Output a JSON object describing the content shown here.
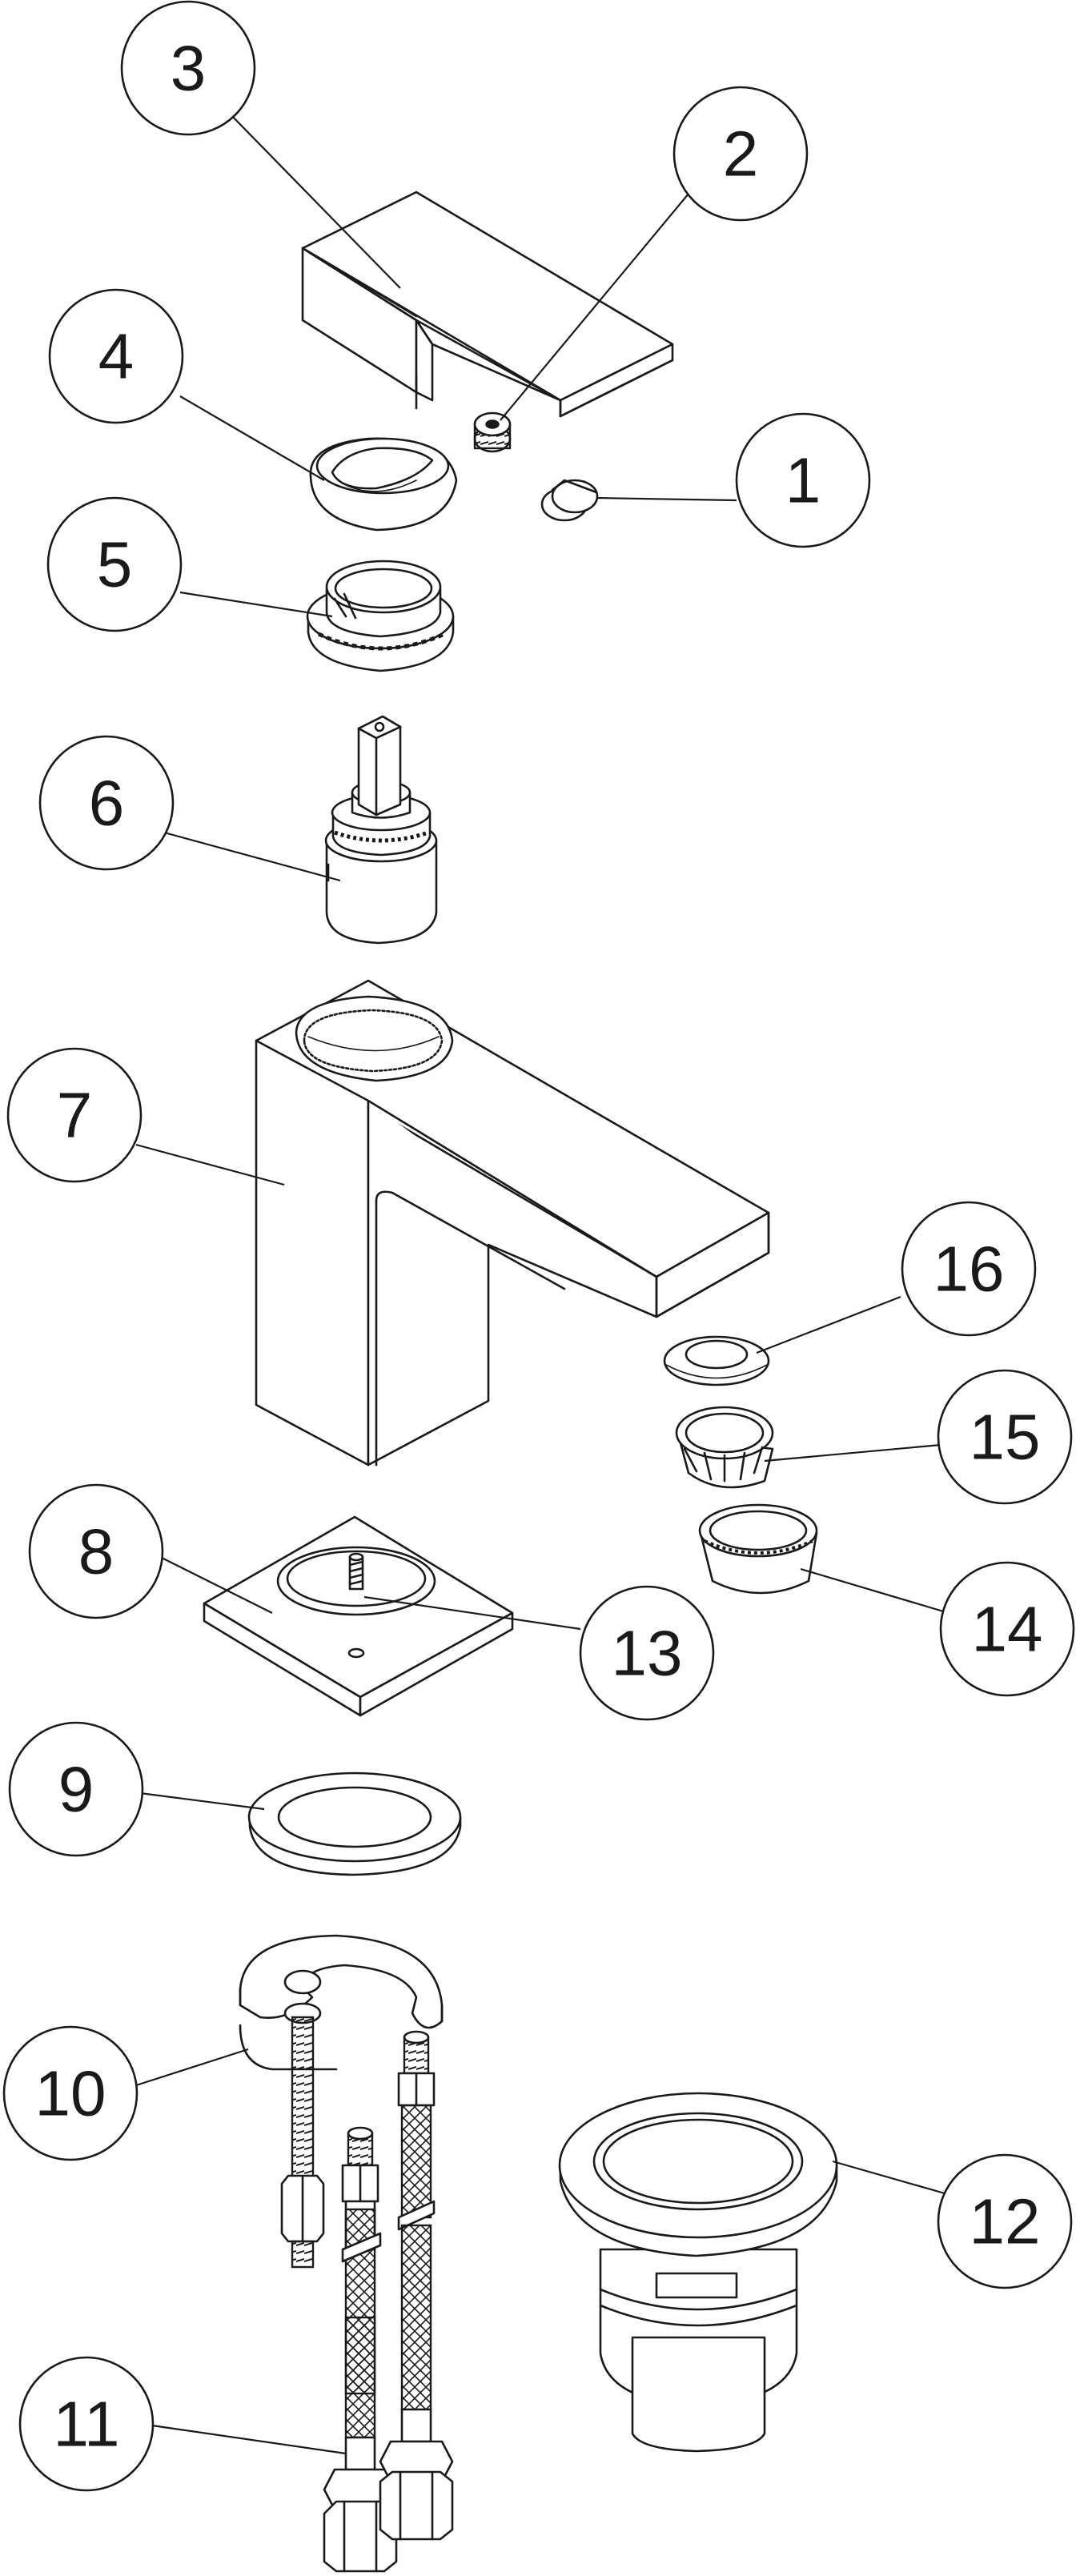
{
  "labels": {
    "n1": "1",
    "n2": "2",
    "n3": "3",
    "n4": "4",
    "n5": "5",
    "n6": "6",
    "n7": "7",
    "n8": "8",
    "n9": "9",
    "n10": "10",
    "n11": "11",
    "n12": "12",
    "n13": "13",
    "n14": "14",
    "n15": "15",
    "n16": "16"
  },
  "colors": {
    "line": "#1a1a1a",
    "background": "#ffffff"
  }
}
